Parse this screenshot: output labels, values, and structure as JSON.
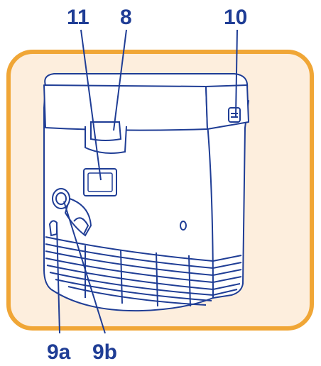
{
  "callouts": {
    "c11": "11",
    "c8": "8",
    "c10": "10",
    "c9a": "9a",
    "c9b": "9b"
  },
  "colors": {
    "panel_fill": "#fdeedd",
    "panel_border": "#f0a636",
    "device_fill": "#ffffff",
    "line": "#1f3d95"
  },
  "icons": [
    "knob-icon",
    "drain-valve-icon",
    "latch-icon",
    "screw-icon"
  ]
}
